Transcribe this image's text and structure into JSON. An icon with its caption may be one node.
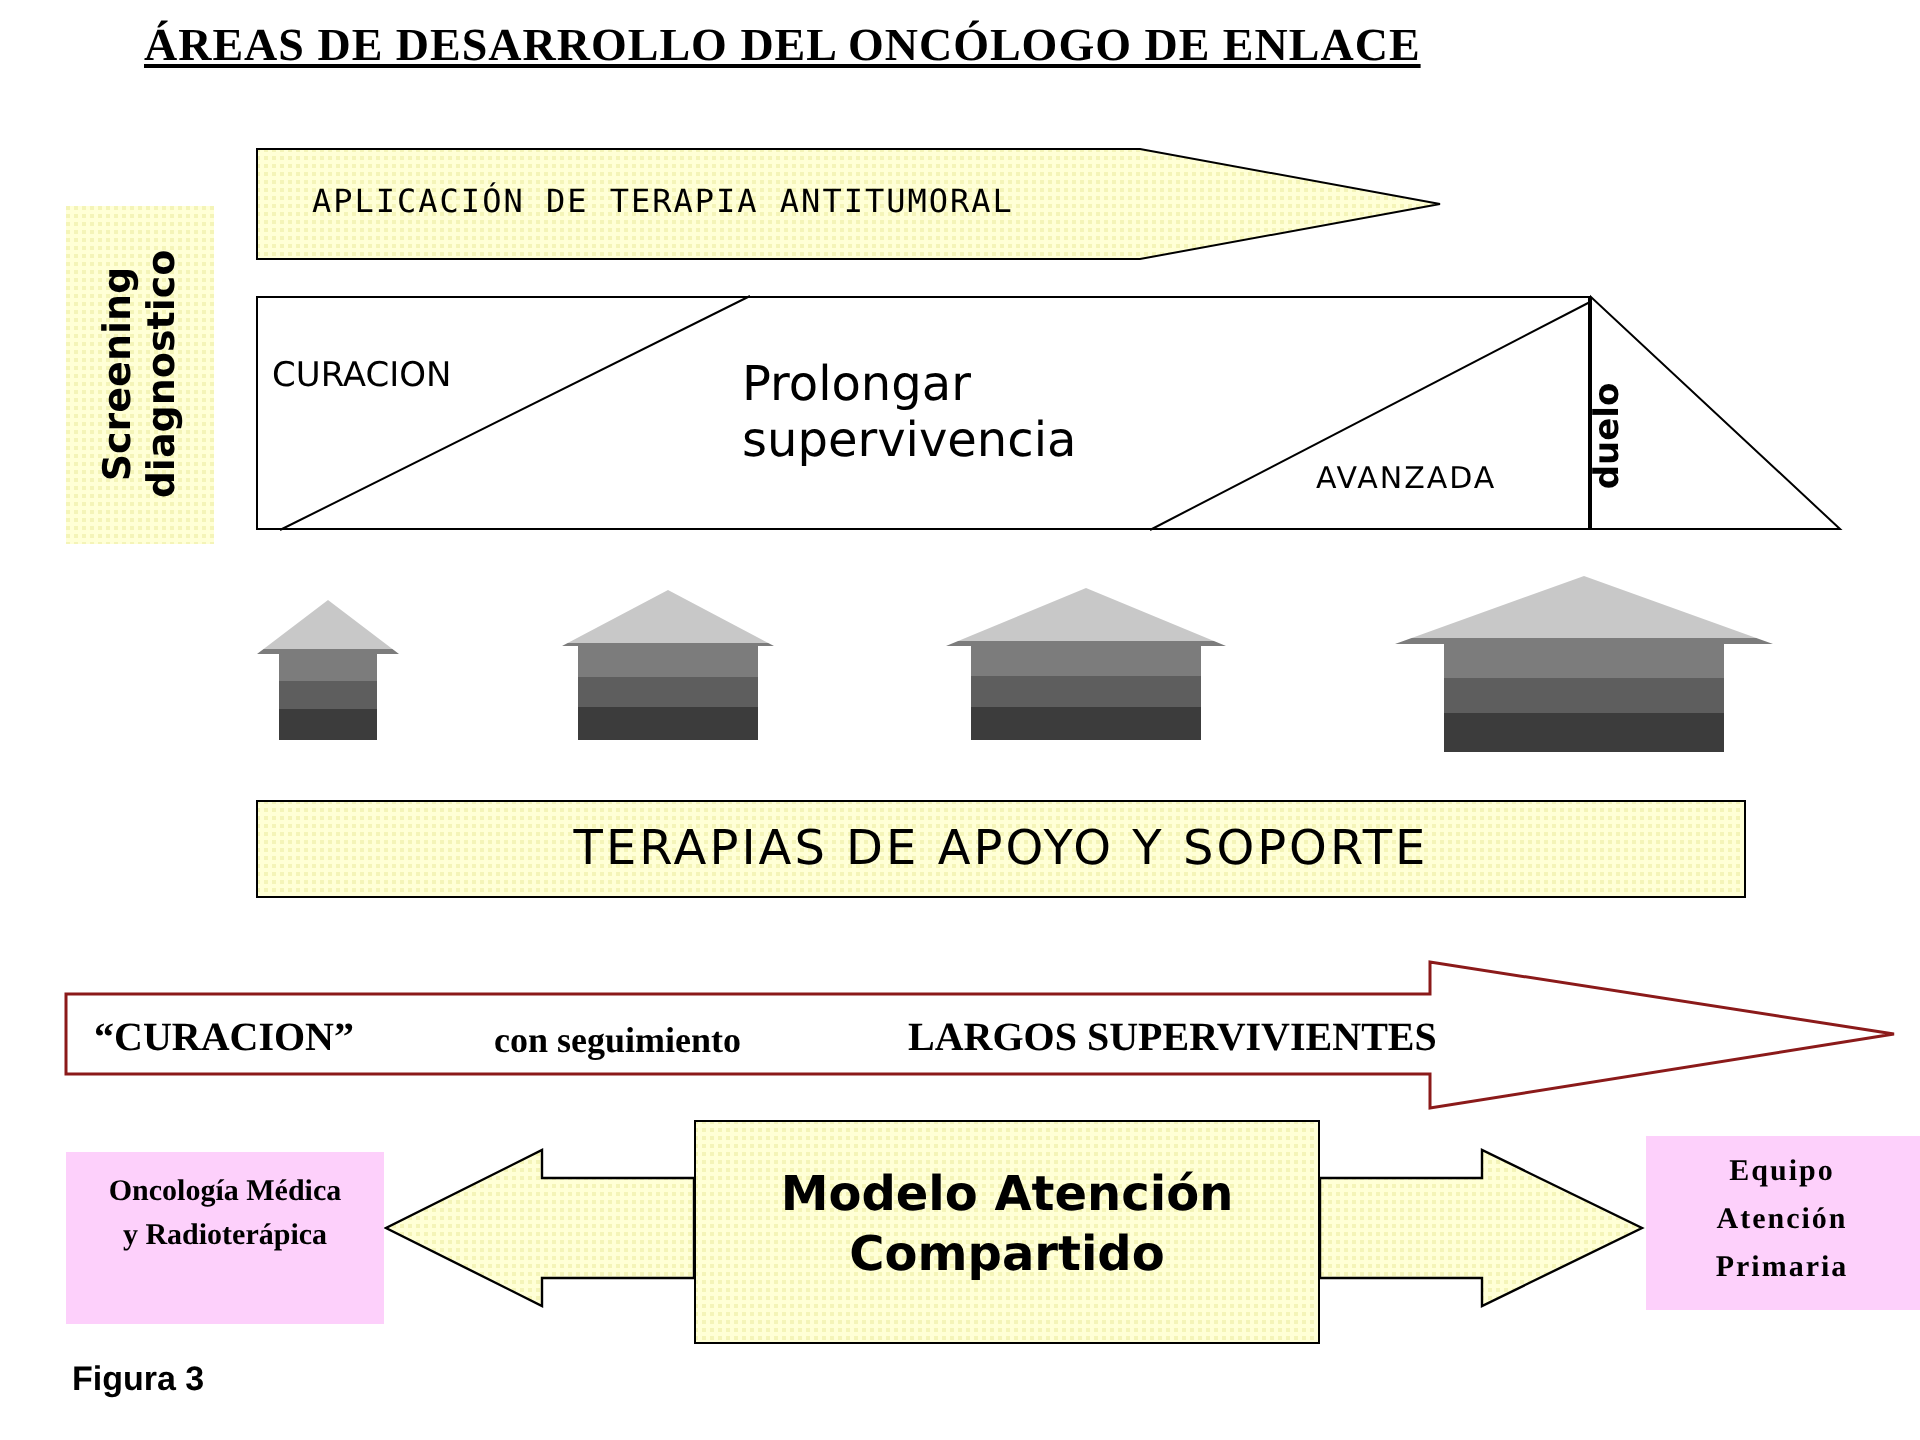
{
  "diagram": {
    "title": "ÁREAS DE DESARROLLO DEL ONCÓLOGO DE ENLACE",
    "caption": "Figura 3",
    "nodes": [
      {
        "text": [
          "Screening diagnostico"
        ]
      },
      {
        "text": [
          "APLICACIÓN DE TERAPIA ANTITUMORAL"
        ]
      },
      {
        "text": [
          "CURACION",
          "Prolongar supervivencia",
          "AVANZADA"
        ]
      },
      {
        "text": [
          "duelo"
        ]
      },
      {
        "text": [
          "TERAPIAS DE APOYO Y SOPORTE"
        ]
      },
      {
        "text": [
          "“CURACION”",
          "con seguimiento",
          "LARGOS SUPERVIVIENTES"
        ]
      },
      {
        "text": [
          "Oncología Médica y Radioterápica"
        ]
      },
      {
        "text": [
          "Modelo Atención Compartido"
        ]
      },
      {
        "text": [
          "Equipo Atención Primaria"
        ]
      }
    ],
    "edges": [
      {
        "from": 4,
        "to": 2,
        "arrow": "to",
        "style": "thick"
      },
      {
        "from": 4,
        "to": 2,
        "arrow": "to",
        "style": "thick"
      },
      {
        "from": 4,
        "to": 2,
        "arrow": "to",
        "style": "thick"
      },
      {
        "from": 4,
        "to": 2,
        "arrow": "to",
        "style": "thick"
      },
      {
        "from": 7,
        "to": 6,
        "arrow": "to",
        "style": "thick"
      },
      {
        "from": 7,
        "to": 8,
        "arrow": "to",
        "style": "thick"
      }
    ]
  }
}
